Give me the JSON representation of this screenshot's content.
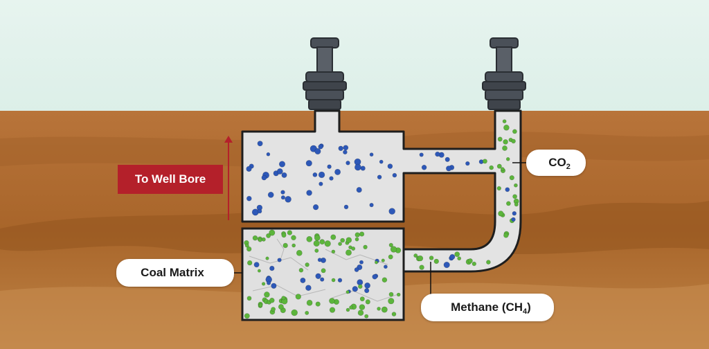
{
  "labels": {
    "well_bore": "To Well Bore",
    "co2_main": "CO",
    "co2_sub": "2",
    "coal_matrix": "Coal Matrix",
    "methane_main": "Methane (CH",
    "methane_sub": "4",
    "methane_close": ")"
  },
  "colors": {
    "sky": "#e4f2ee",
    "soil": "#b06a2c",
    "soil_dark": "#8a4e1e",
    "pipe_fill": "#e3e3e3",
    "co2_bubble": "#5cb53c",
    "methane_bubble": "#2d58b8",
    "well_bore_red": "#b4202a",
    "wellhead": "#4a5058"
  },
  "icons": [
    "wellhead-valve-icon",
    "up-arrow-icon"
  ]
}
